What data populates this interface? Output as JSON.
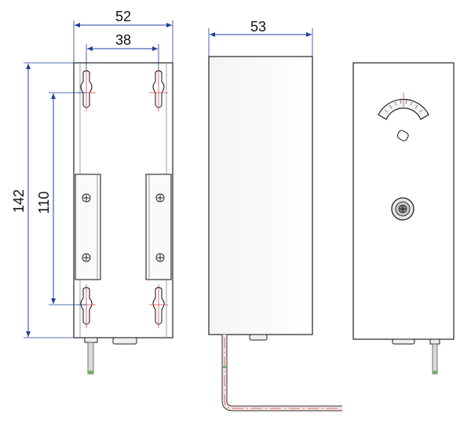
{
  "dimensions": {
    "back_width": "52",
    "hole_spacing_horizontal": "38",
    "side_width": "53",
    "overall_height": "142",
    "hole_spacing_vertical": "110"
  },
  "colors": {
    "dimension_line": "#1f3f9a",
    "outline": "#222222",
    "center_line": "#d44848",
    "sensor_tip": "#6fb35a"
  }
}
